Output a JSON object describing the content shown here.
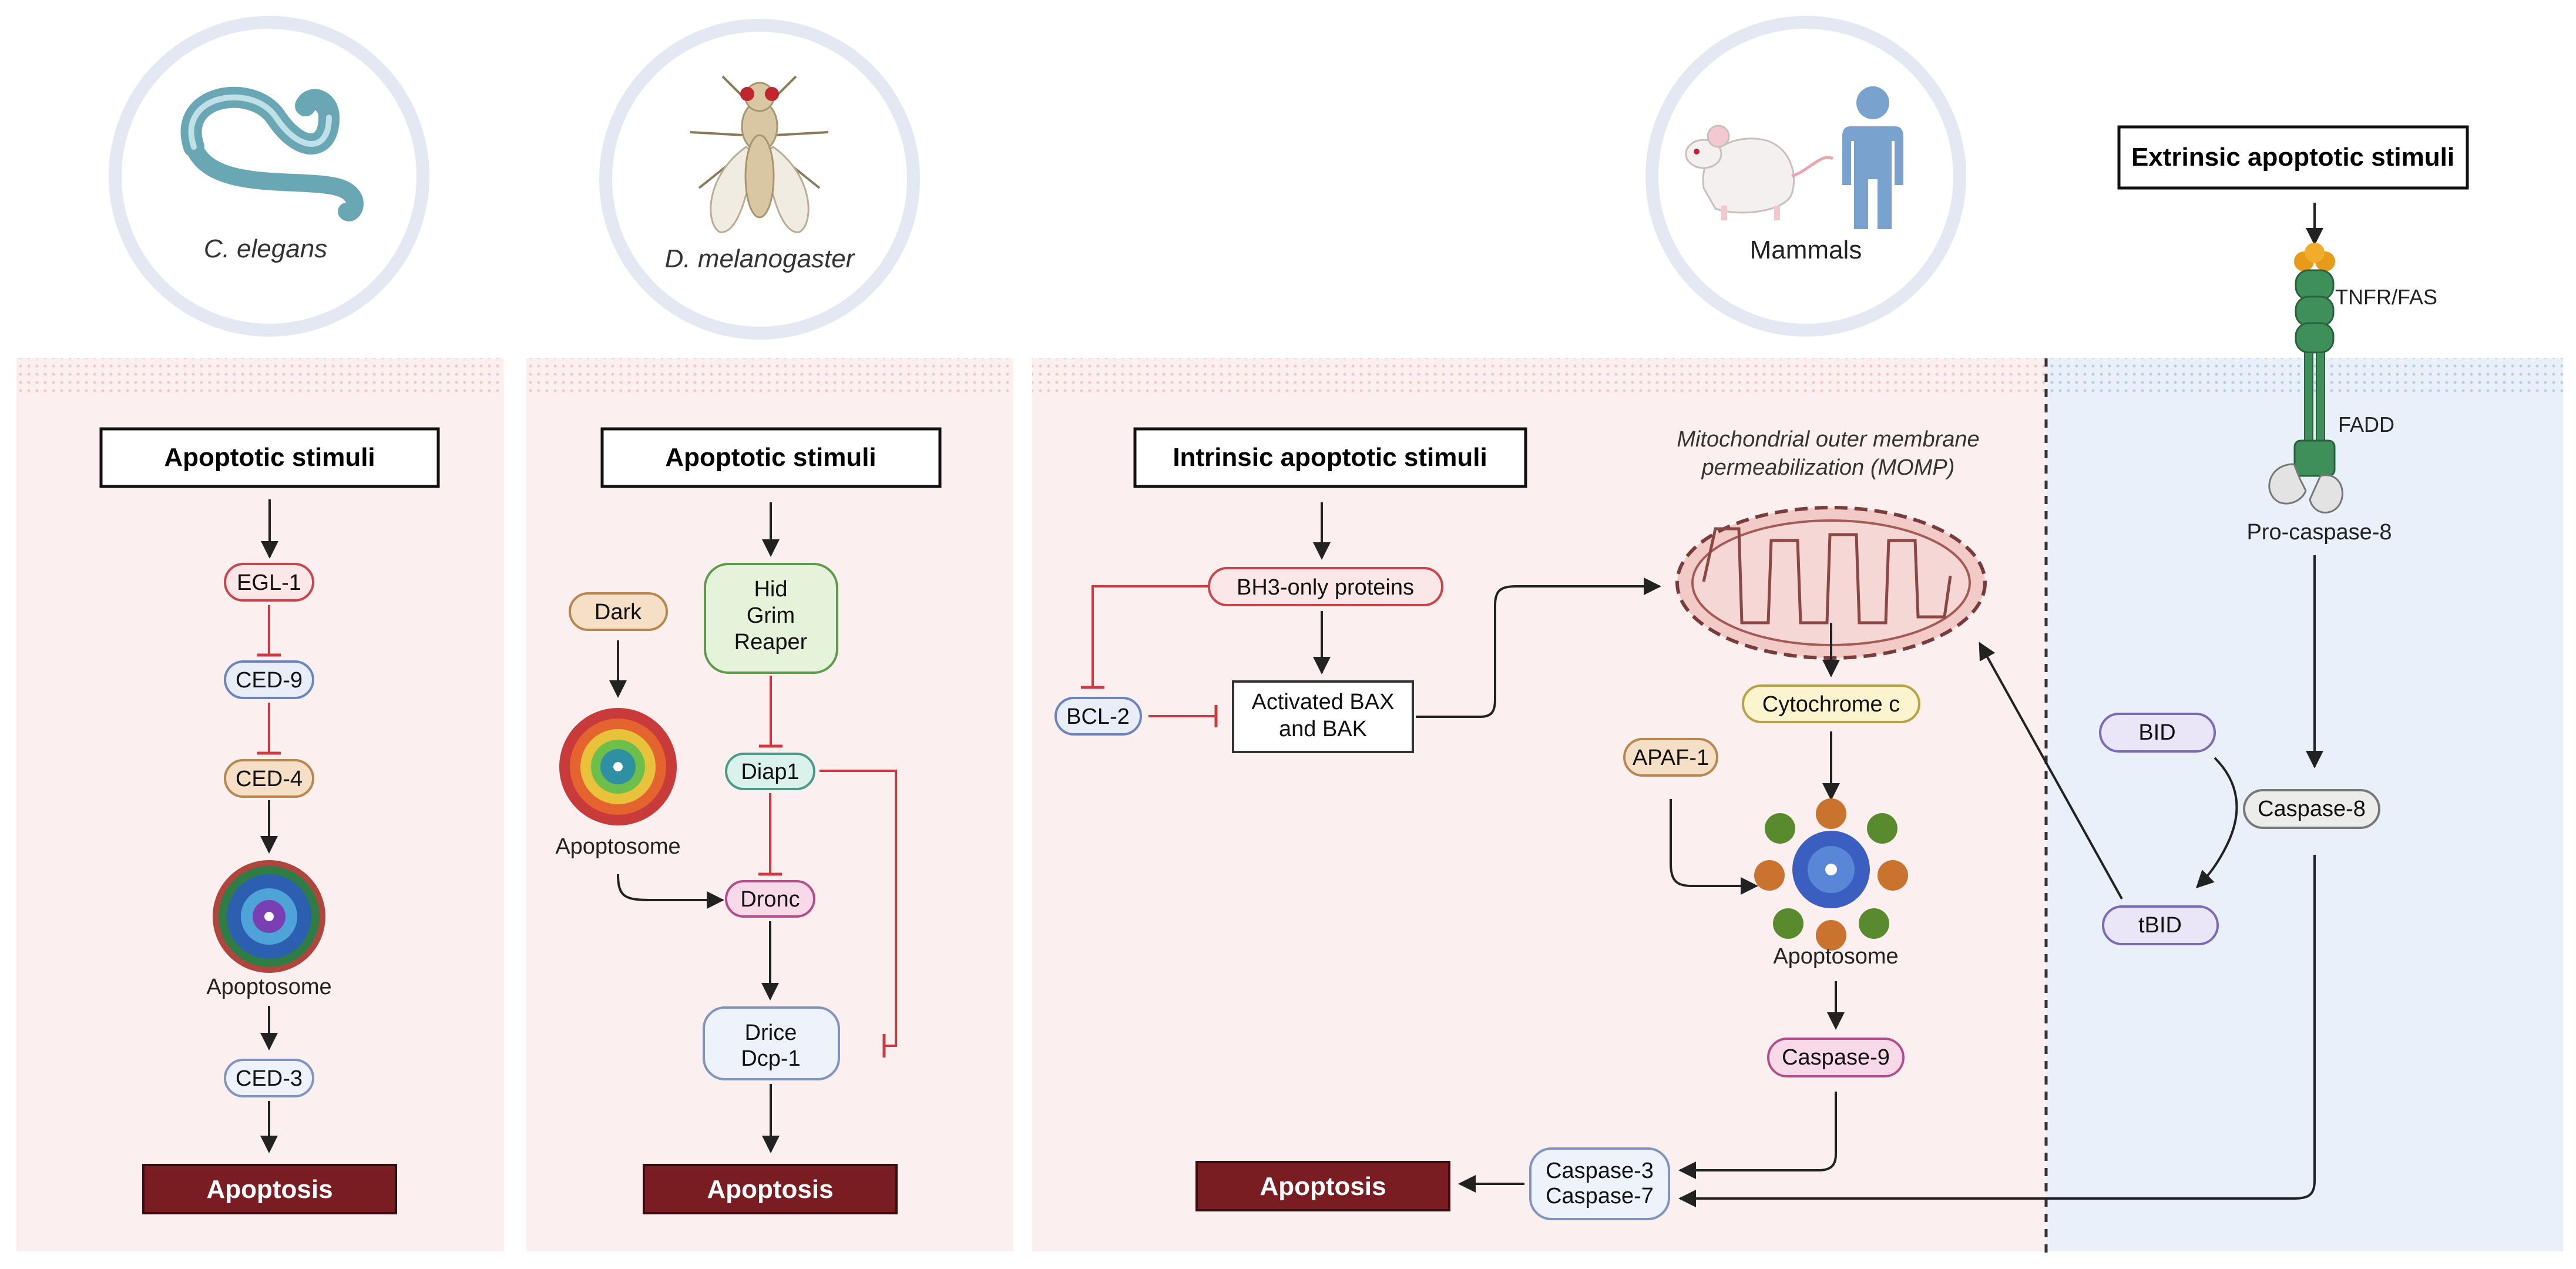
{
  "organisms": {
    "celegans": "C. elegans",
    "dmel": "D. melanogaster",
    "mammals": "Mammals"
  },
  "celegans": {
    "stimuli": "Apoptotic stimuli",
    "egl1": "EGL-1",
    "ced9": "CED-9",
    "ced4": "CED-4",
    "apoptosome": "Apoptosome",
    "ced3": "CED-3",
    "apoptosis": "Apoptosis"
  },
  "dmel": {
    "stimuli": "Apoptotic stimuli",
    "dark": "Dark",
    "apoptosome": "Apoptosome",
    "hgr_lines": [
      "Hid",
      "Grim",
      "Reaper"
    ],
    "diap1": "Diap1",
    "dronc": "Dronc",
    "drice_lines": [
      "Drice",
      "Dcp-1"
    ],
    "apoptosis": "Apoptosis"
  },
  "mammals": {
    "intrinsic": "Intrinsic apoptotic stimuli",
    "bh3": "BH3-only proteins",
    "bcl2": "BCL-2",
    "bax_lines": [
      "Activated BAX",
      "and BAK"
    ],
    "momp_lines": [
      "Mitochondrial outer membrane",
      "permeabilization (MOMP)"
    ],
    "cytc": "Cytochrome c",
    "apaf1": "APAF-1",
    "apoptosome": "Apoptosome",
    "casp9": "Caspase-9",
    "casp37_lines": [
      "Caspase-3",
      "Caspase-7"
    ],
    "apoptosis": "Apoptosis"
  },
  "extrinsic": {
    "stimuli": "Extrinsic apoptotic stimuli",
    "tnfr": "TNFR/FAS",
    "fadd": "FADD",
    "procasp8": "Pro-caspase-8",
    "bid": "BID",
    "casp8": "Caspase-8",
    "tbid": "tBID"
  },
  "colors": {
    "panel_pink": "#fbf0ef",
    "panel_blue": "#e9f0f9",
    "apoptosis_fill": "#7a1d22",
    "inhibit": "#d0393f",
    "arrow": "#222222"
  }
}
